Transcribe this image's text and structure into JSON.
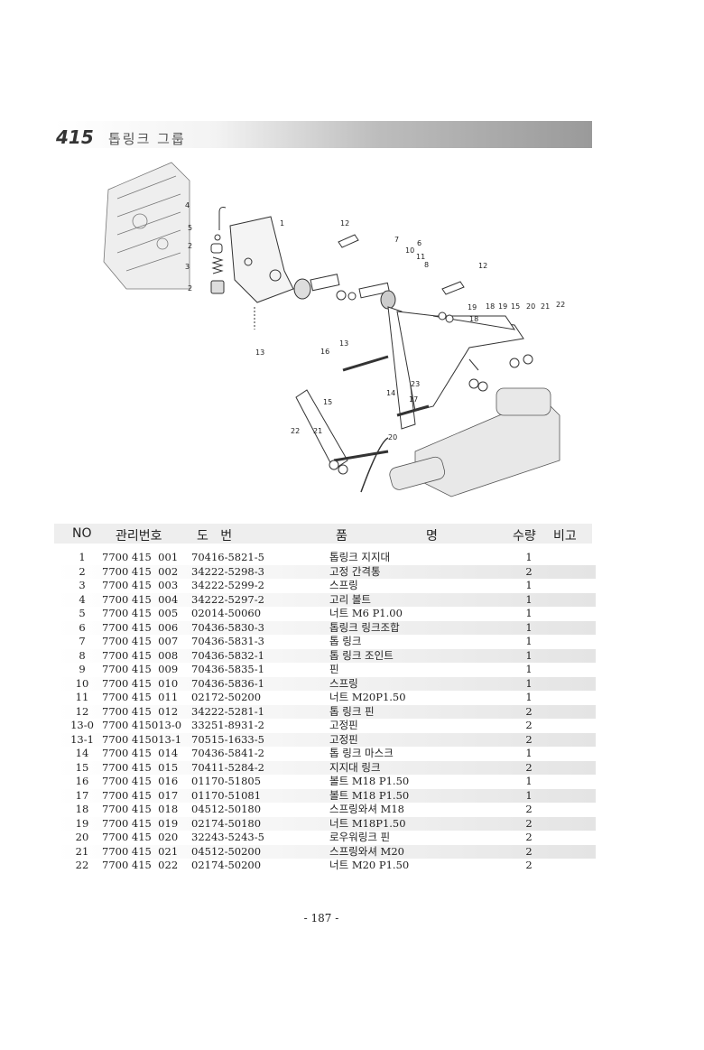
{
  "header": {
    "section_number": "415",
    "section_title": "톱링크 그룹"
  },
  "diagram": {
    "callouts": [
      "4",
      "5",
      "2",
      "3",
      "2",
      "1",
      "12",
      "7",
      "6",
      "10",
      "11",
      "8",
      "12",
      "13",
      "19",
      "18",
      "18",
      "19",
      "15",
      "20",
      "21",
      "22",
      "13",
      "16",
      "23",
      "14",
      "17",
      "15",
      "22",
      "21",
      "20"
    ]
  },
  "table": {
    "headers": {
      "no": "NO",
      "management_no": "관리번호",
      "drawing_no": "도   번",
      "name_1": "품",
      "name_2": "명",
      "qty": "수량",
      "remarks": "비고"
    },
    "rows": [
      {
        "no": "1",
        "mgmt": "7700 415  001",
        "drawing": "70416-5821-5",
        "name": "톱링크 지지대",
        "qty": "1"
      },
      {
        "no": "2",
        "mgmt": "7700 415  002",
        "drawing": "34222-5298-3",
        "name": "고정 간격통",
        "qty": "2"
      },
      {
        "no": "3",
        "mgmt": "7700 415  003",
        "drawing": "34222-5299-2",
        "name": "스프링",
        "qty": "1"
      },
      {
        "no": "4",
        "mgmt": "7700 415  004",
        "drawing": "34222-5297-2",
        "name": "고리 볼트",
        "qty": "1"
      },
      {
        "no": "5",
        "mgmt": "7700 415  005",
        "drawing": "02014-50060",
        "name": "너트 M6 P1.00",
        "qty": "1"
      },
      {
        "no": "6",
        "mgmt": "7700 415  006",
        "drawing": "70436-5830-3",
        "name": "톱링크 링크조합",
        "qty": "1"
      },
      {
        "no": "7",
        "mgmt": "7700 415  007",
        "drawing": "70436-5831-3",
        "name": "톱 링크",
        "qty": "1"
      },
      {
        "no": "8",
        "mgmt": "7700 415  008",
        "drawing": "70436-5832-1",
        "name": "톱 링크 조인트",
        "qty": "1"
      },
      {
        "no": "9",
        "mgmt": "7700 415  009",
        "drawing": "70436-5835-1",
        "name": "핀",
        "qty": "1"
      },
      {
        "no": "10",
        "mgmt": "7700 415  010",
        "drawing": "70436-5836-1",
        "name": "스프링",
        "qty": "1"
      },
      {
        "no": "11",
        "mgmt": "7700 415  011",
        "drawing": "02172-50200",
        "name": "너트 M20P1.50",
        "qty": "1"
      },
      {
        "no": "12",
        "mgmt": "7700 415  012",
        "drawing": "34222-5281-1",
        "name": "톱 링크 핀",
        "qty": "2"
      },
      {
        "no": "13-0",
        "mgmt": "7700 415013-0",
        "drawing": "33251-8931-2",
        "name": "고정핀",
        "qty": "2"
      },
      {
        "no": "13-1",
        "mgmt": "7700 415013-1",
        "drawing": "70515-1633-5",
        "name": "고정핀",
        "qty": "2"
      },
      {
        "no": "14",
        "mgmt": "7700 415  014",
        "drawing": "70436-5841-2",
        "name": "톱 링크 마스크",
        "qty": "1"
      },
      {
        "no": "15",
        "mgmt": "7700 415  015",
        "drawing": "70411-5284-2",
        "name": "지지대 링크",
        "qty": "2"
      },
      {
        "no": "16",
        "mgmt": "7700 415  016",
        "drawing": "01170-51805",
        "name": "볼트 M18 P1.50",
        "qty": "1"
      },
      {
        "no": "17",
        "mgmt": "7700 415  017",
        "drawing": "01170-51081",
        "name": "볼트 M18 P1.50",
        "qty": "1"
      },
      {
        "no": "18",
        "mgmt": "7700 415  018",
        "drawing": "04512-50180",
        "name": "스프링와셔 M18",
        "qty": "2"
      },
      {
        "no": "19",
        "mgmt": "7700 415  019",
        "drawing": "02174-50180",
        "name": "너트 M18P1.50",
        "qty": "2"
      },
      {
        "no": "20",
        "mgmt": "7700 415  020",
        "drawing": "32243-5243-5",
        "name": "로우워링크 핀",
        "qty": "2"
      },
      {
        "no": "21",
        "mgmt": "7700 415  021",
        "drawing": "04512-50200",
        "name": "스프링와셔 M20",
        "qty": "2"
      },
      {
        "no": "22",
        "mgmt": "7700 415  022",
        "drawing": "02174-50200",
        "name": "너트 M20 P1.50",
        "qty": "2"
      }
    ]
  },
  "footer": {
    "page_number": "- 187 -"
  }
}
